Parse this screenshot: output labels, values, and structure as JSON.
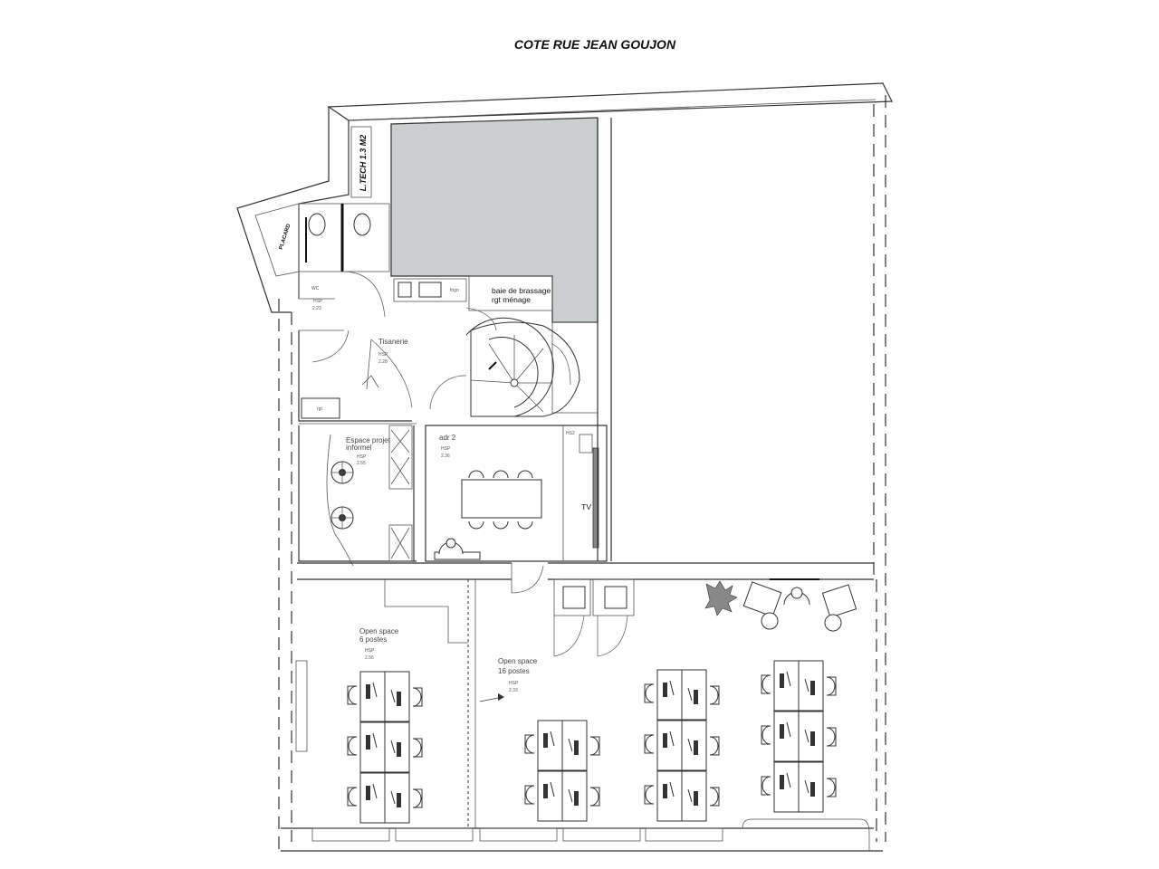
{
  "title": "COTE RUE JEAN GOUJON",
  "ltech": "L.TECH 1.3 M2",
  "placard": "PLACARD",
  "rooms": {
    "wc": {
      "name": "WC",
      "hsp": "HSP",
      "value": "2.23"
    },
    "tisanerie": {
      "name": "Tisanerie",
      "hsp": "HSP",
      "value": "2.28"
    },
    "baie": {
      "line1": "baie de brassage",
      "line2": "rgt ménage"
    },
    "espace": {
      "line1": "Espace projet",
      "line2": "informel",
      "hsp": "HSP",
      "value": "2.55"
    },
    "adr2": {
      "name": "adr 2",
      "hsp": "HSP",
      "value": "2.36"
    },
    "open6": {
      "line1": "Open space",
      "line2": "6 postes",
      "hsp": "HSP",
      "value": "2.56"
    },
    "open16": {
      "line1": "Open space",
      "line2": "16 postes",
      "hsp": "HSP",
      "value": "2.33"
    }
  },
  "misc": {
    "tv": "TV",
    "frigo": "frigo",
    "hs2": "HS2",
    "rgt": "rgt"
  },
  "colors": {
    "shaft": "#cbcfcf",
    "wall": "#333333"
  }
}
